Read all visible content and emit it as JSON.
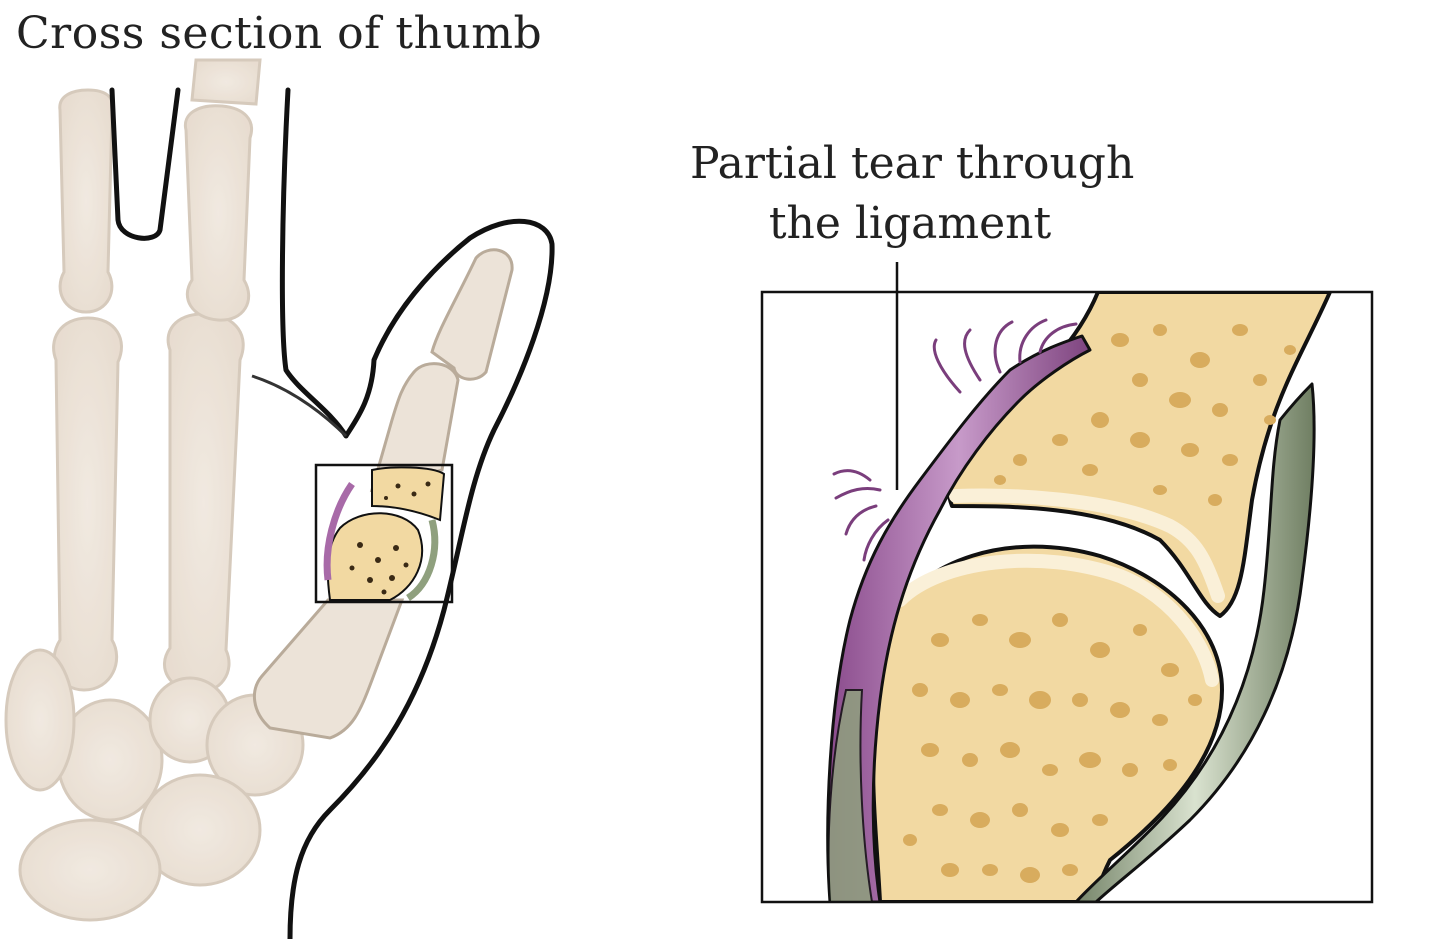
{
  "diagram": {
    "title": "Cross section of thumb",
    "callout": {
      "line1": "Partial tear through",
      "line2": "the ligament"
    },
    "colors": {
      "bone_cortical": "#ece3d8",
      "bone_marrow": "#f2d9a2",
      "bone_pore": "#d8ac5e",
      "ligament_torn": "#a86aa8",
      "ligament_healthy": "#a9b79a",
      "outline": "#111111"
    }
  }
}
